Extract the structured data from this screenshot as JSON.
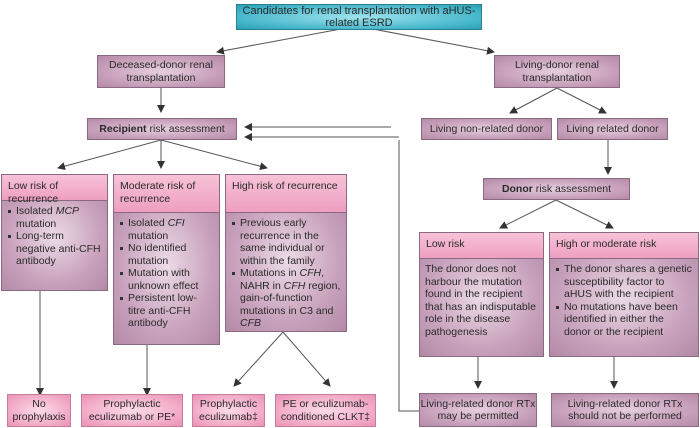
{
  "top": {
    "label": "Candidates for renal transplantation with aHUS-related ESRD"
  },
  "deceased": {
    "label": "Deceased-donor renal transplantation"
  },
  "living": {
    "label": "Living-donor renal transplantation"
  },
  "living_nonrelated": {
    "label": "Living non-related donor"
  },
  "living_related": {
    "label": "Living related donor"
  },
  "recipient_assessment": {
    "bold": "Recipient",
    "rest": " risk assessment"
  },
  "donor_assessment": {
    "bold": "Donor",
    "rest": " risk assessment"
  },
  "low_recurrence": {
    "title": "Low risk of recurrence",
    "items": [
      "Isolated MCP mutation",
      "Long-term negative anti-CFH antibody"
    ]
  },
  "moderate_recurrence": {
    "title": "Moderate risk of recurrence",
    "items": [
      "Isolated CFI mutation",
      "No identified mutation",
      "Mutation with unknown effect",
      "Persistent low-titre anti-CFH antibody"
    ]
  },
  "high_recurrence": {
    "title": "High risk of recurrence",
    "items": [
      "Previous early recurrence in the same individual or within the family",
      "Mutations in CFH, NAHR in CFH region, gain-of-function mutations in C3 and CFB"
    ]
  },
  "donor_low": {
    "title": "Low risk",
    "text": "The donor does not harbour the mutation found in the recipient that has an indisputable role in the disease pathogenesis"
  },
  "donor_high": {
    "title": "High or moderate risk",
    "items": [
      "The donor shares a genetic susceptibility factor to aHUS with the recipient",
      "No mutations have been identified in either the donor or the recipient"
    ]
  },
  "outcomes": {
    "no_prophylaxis": "No prophylaxis",
    "ecu_or_pe": "Prophylactic eculizumab or PE*",
    "ecu": "Prophylactic eculizumab‡",
    "clkt": "PE or eculizumab-conditioned CLKT‡",
    "permitted": "Living-related donor RTx may be permitted",
    "not_performed": "Living-related donor RTx should not be performed"
  }
}
